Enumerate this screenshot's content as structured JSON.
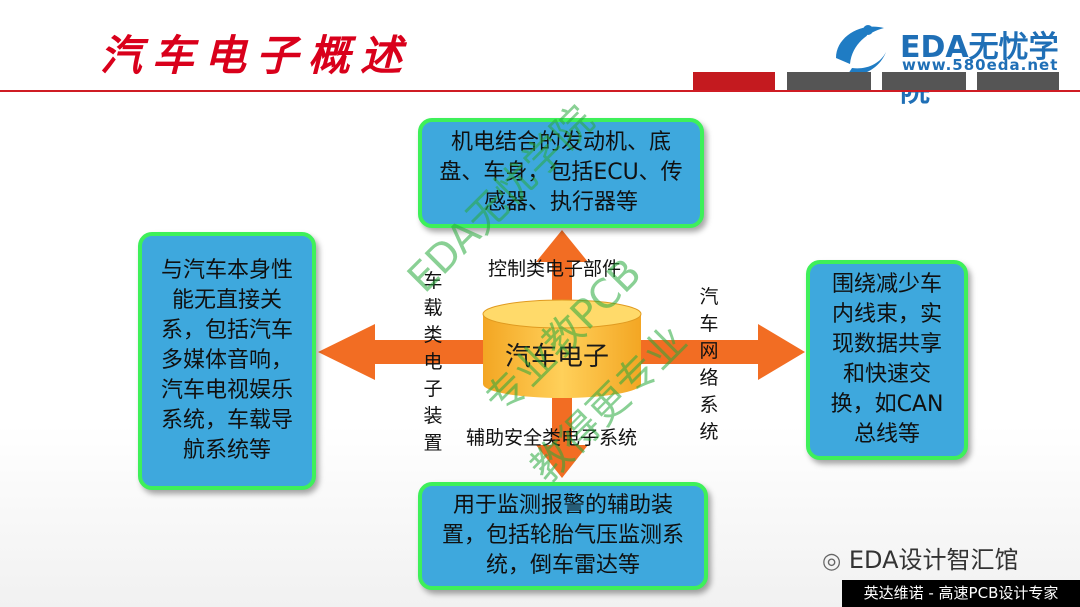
{
  "header": {
    "title": "汽车电子概述",
    "logo_name": "EDA无忧学院",
    "logo_url": "www.580eda.net",
    "bar_colors": [
      "#c41a1f",
      "#555555",
      "#555555",
      "#555555"
    ]
  },
  "diagram": {
    "center": "汽车电子",
    "top_box": "机电结合的发动机、底盘、车身，包括ECU、传感器、执行器等",
    "left_box": "与汽车本身性能无直接关系，包括汽车多媒体音响，汽车电视娱乐系统，车载导航系统等",
    "right_box": "围绕减少车内线束，实现数据共享和快速交换，如CAN总线等",
    "bottom_box": "用于监测报警的辅助装置，包括轮胎气压监测系统，倒车雷达等",
    "top_label": "控制类电子部件",
    "bottom_label": "辅助安全类电子系统",
    "left_label": "车载类电子装置",
    "right_label": "汽车网络系统"
  },
  "watermark": {
    "line1": "EDA无忧学院",
    "line2": "专业教PCB",
    "line3": "教得更专业"
  },
  "footer": {
    "wechat_name": "EDA设计智汇馆",
    "tagline": "英达维诺 - 高速PCB设计专家"
  }
}
